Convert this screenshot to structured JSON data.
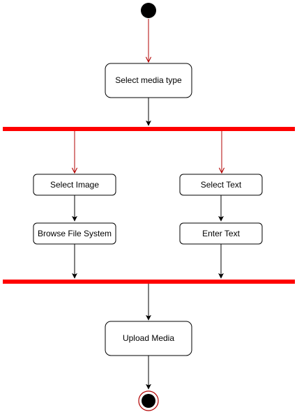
{
  "diagram": {
    "type": "uml-activity",
    "colors": {
      "control_flow": "#b20000",
      "object_flow": "#000000",
      "fork_bar": "#ff0000",
      "node_border": "#000000",
      "node_fill": "#ffffff",
      "final_ring": "#b20000"
    },
    "nodes": {
      "select_media_type": "Select media type",
      "select_image": "Select Image",
      "browse_file_system": "Browse File System",
      "select_text": "Select Text",
      "enter_text": "Enter Text",
      "upload_media": "Upload Media"
    },
    "start_node": "initial-node",
    "end_node": "final-node",
    "bars": [
      "fork-bar",
      "join-bar"
    ]
  }
}
